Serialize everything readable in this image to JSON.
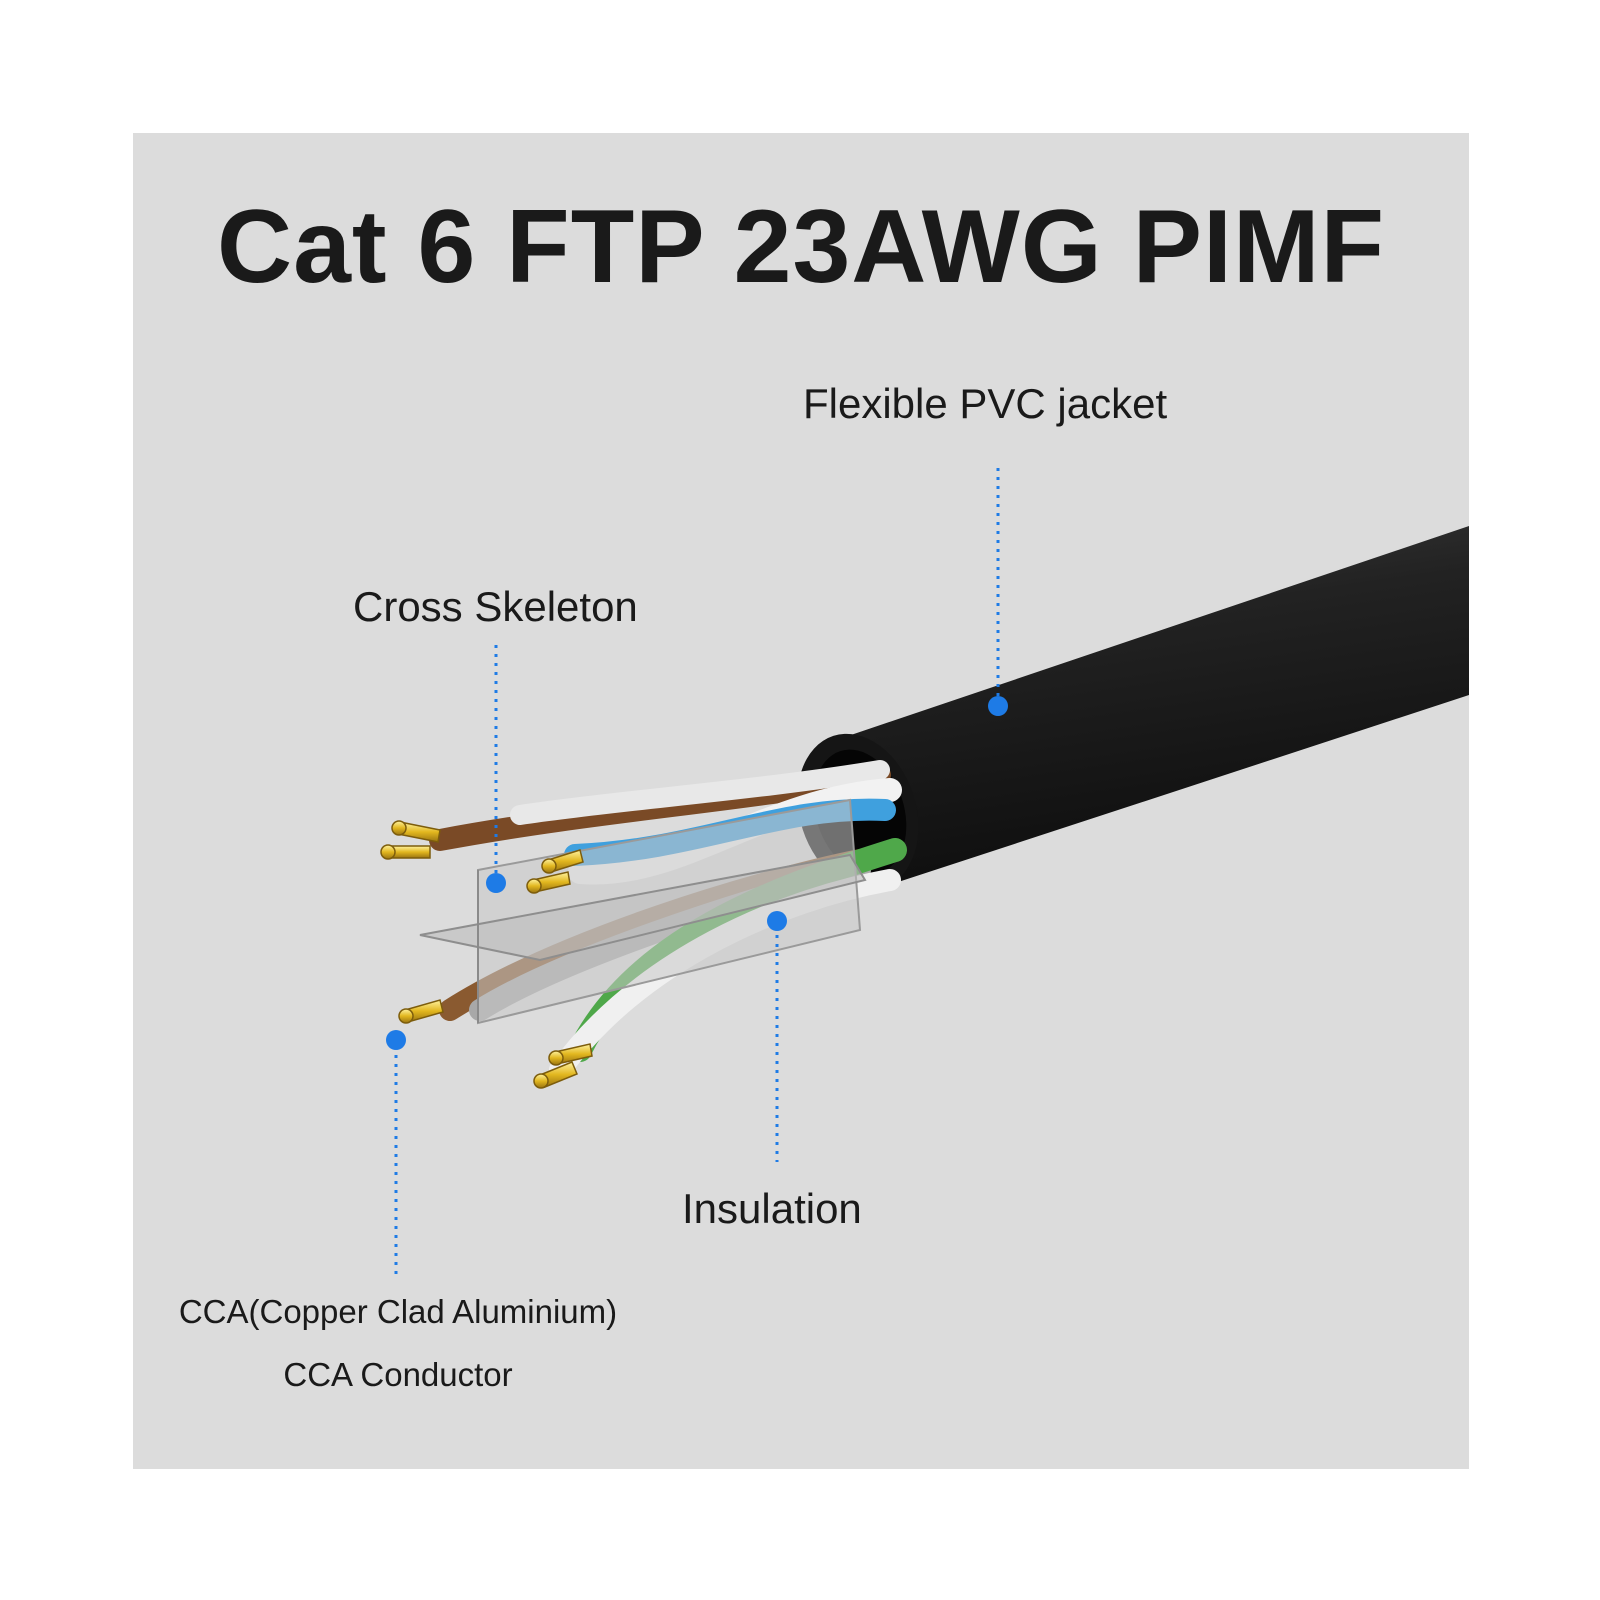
{
  "title": "Cat 6 FTP 23AWG PIMF",
  "labels": {
    "jacket": "Flexible PVC jacket",
    "skeleton": "Cross Skeleton",
    "insulation": "Insulation",
    "cca": "CCA(Copper Clad Aluminium)",
    "conductor": "CCA Conductor"
  },
  "colors": {
    "background": "#dcdcdc",
    "callout": "#1e7be6",
    "jacket": "#1c1c1c",
    "conductor": "#d9b21c"
  }
}
